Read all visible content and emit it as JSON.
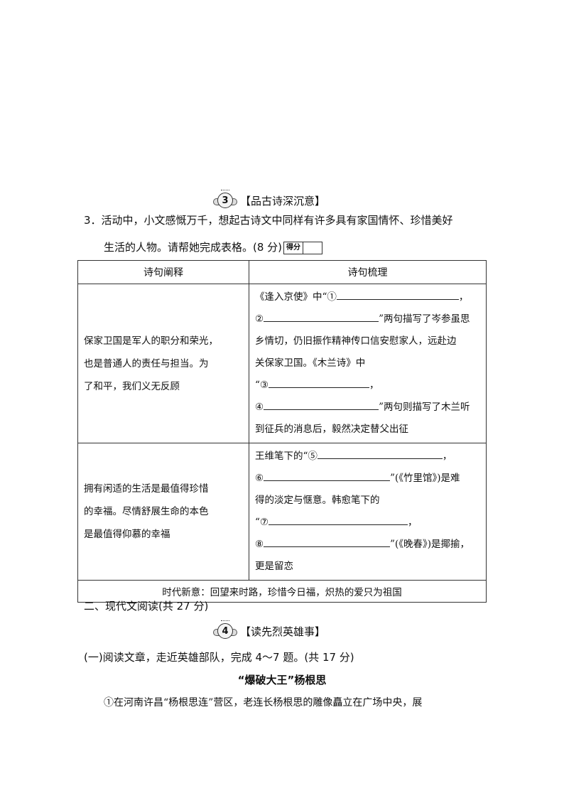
{
  "section3": {
    "badge_num": "3",
    "title": "【品古诗深沉意】"
  },
  "question3": {
    "line1": "3．活动中，小文感慨万千，想起古诗文中同样有许多具有家国情怀、珍惜美好",
    "line2": "生活的人物。请帮她完成表格。(8 分)",
    "score_label": "得分"
  },
  "table": {
    "headers": [
      "诗句阐释",
      "诗句梳理"
    ],
    "row1": {
      "left": [
        "保家卫国是军人的职分和荣光，",
        "也是普通人的责任与担当。为",
        "了和平，我们义无反顾"
      ],
      "r1a": "《逢入京使》中“①",
      "r1b": "，",
      "r2a": "②",
      "r2b": "”两句描写了岑参虽思",
      "r3": "乡情切，仍旧振作精神传口信安慰家人，远赴边",
      "r4": "关保家卫国。《木兰诗》中",
      "r5a": "“③",
      "r5b": "，",
      "r6a": "④",
      "r6b": "”两句则描写了木兰听",
      "r7": "到征兵的消息后，毅然决定替父出征"
    },
    "row2": {
      "left": [
        "拥有闲适的生活是最值得珍惜",
        "的幸福。尽情舒展生命的本色",
        "是最值得仰慕的幸福"
      ],
      "r1a": "王维笔下的“⑤",
      "r1b": "，",
      "r2a": "⑥",
      "r2b": "”(《竹里馆》)是难",
      "r3": "得的淡定与惬意。韩愈笔下的",
      "r4a": "“⑦",
      "r4b": "，",
      "r5a": "⑧",
      "r5b": "”(《晚春》)是揶揄，",
      "r6": "更是留恋"
    },
    "footer": "时代新意：回望来时路，珍惜今日福，炽热的爱只为祖国"
  },
  "part2": {
    "title": "二、现代文阅读(共 27 分)"
  },
  "section4": {
    "badge_num": "4",
    "title": "【读先烈英雄事】"
  },
  "reading1": {
    "intro": "(一)阅读文章，走近英雄部队，完成 4～7 题。(共 17 分)",
    "article_title": "“爆破大王”杨根思",
    "para1": "①在河南许昌“杨根思连”营区，老连长杨根思的雕像矗立在广场中央，展"
  }
}
